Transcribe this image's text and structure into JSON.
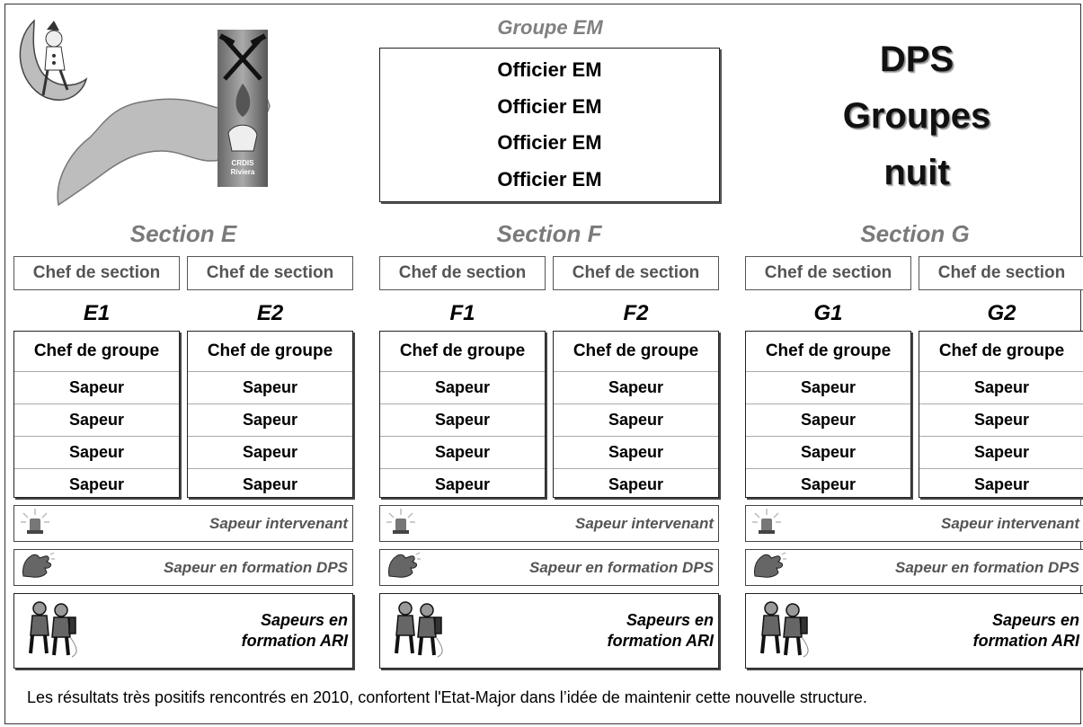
{
  "title": {
    "line1": "DPS",
    "line2": "Groupes",
    "line3": "nuit"
  },
  "logo": {
    "line1": "CRDIS",
    "line2": "Riviera"
  },
  "groupe_em": {
    "title": "Groupe EM",
    "members": [
      "Officier EM",
      "Officier EM",
      "Officier EM",
      "Officier EM"
    ]
  },
  "sections": [
    {
      "title": "Section E",
      "chefs": [
        "Chef de section",
        "Chef de section"
      ],
      "groups": [
        {
          "label": "E1",
          "head": "Chef de groupe",
          "members": [
            "Sapeur",
            "Sapeur",
            "Sapeur",
            "Sapeur"
          ]
        },
        {
          "label": "E2",
          "head": "Chef de groupe",
          "members": [
            "Sapeur",
            "Sapeur",
            "Sapeur",
            "Sapeur"
          ]
        }
      ],
      "legend": {
        "intervenant": "Sapeur intervenant",
        "formation_dps": "Sapeur en formation DPS",
        "ari_line1": "Sapeurs en",
        "ari_line2": "formation ARI"
      }
    },
    {
      "title": "Section F",
      "chefs": [
        "Chef de section",
        "Chef de section"
      ],
      "groups": [
        {
          "label": "F1",
          "head": "Chef de groupe",
          "members": [
            "Sapeur",
            "Sapeur",
            "Sapeur",
            "Sapeur"
          ]
        },
        {
          "label": "F2",
          "head": "Chef de groupe",
          "members": [
            "Sapeur",
            "Sapeur",
            "Sapeur",
            "Sapeur"
          ]
        }
      ],
      "legend": {
        "intervenant": "Sapeur intervenant",
        "formation_dps": "Sapeur en formation DPS",
        "ari_line1": "Sapeurs en",
        "ari_line2": "formation ARI"
      }
    },
    {
      "title": "Section G",
      "chefs": [
        "Chef de section",
        "Chef de section"
      ],
      "groups": [
        {
          "label": "G1",
          "head": "Chef de groupe",
          "members": [
            "Sapeur",
            "Sapeur",
            "Sapeur",
            "Sapeur"
          ]
        },
        {
          "label": "G2",
          "head": "Chef de groupe",
          "members": [
            "Sapeur",
            "Sapeur",
            "Sapeur",
            "Sapeur"
          ]
        }
      ],
      "legend": {
        "intervenant": "Sapeur intervenant",
        "formation_dps": "Sapeur en formation DPS",
        "ari_line1": "Sapeurs en",
        "ari_line2": "formation ARI"
      }
    }
  ],
  "footer": "Les résultats très positifs rencontrés en 2010, confortent l'Etat-Major dans l’idée de maintenir cette nouvelle structure.",
  "icons": {
    "moon": "crescent-moon-icon",
    "lake": "lake-map-icon",
    "emblem": "fire-emblem-icon",
    "siren": "siren-light-icon",
    "glove": "glove-icon",
    "ari": "firefighters-ari-icon"
  }
}
